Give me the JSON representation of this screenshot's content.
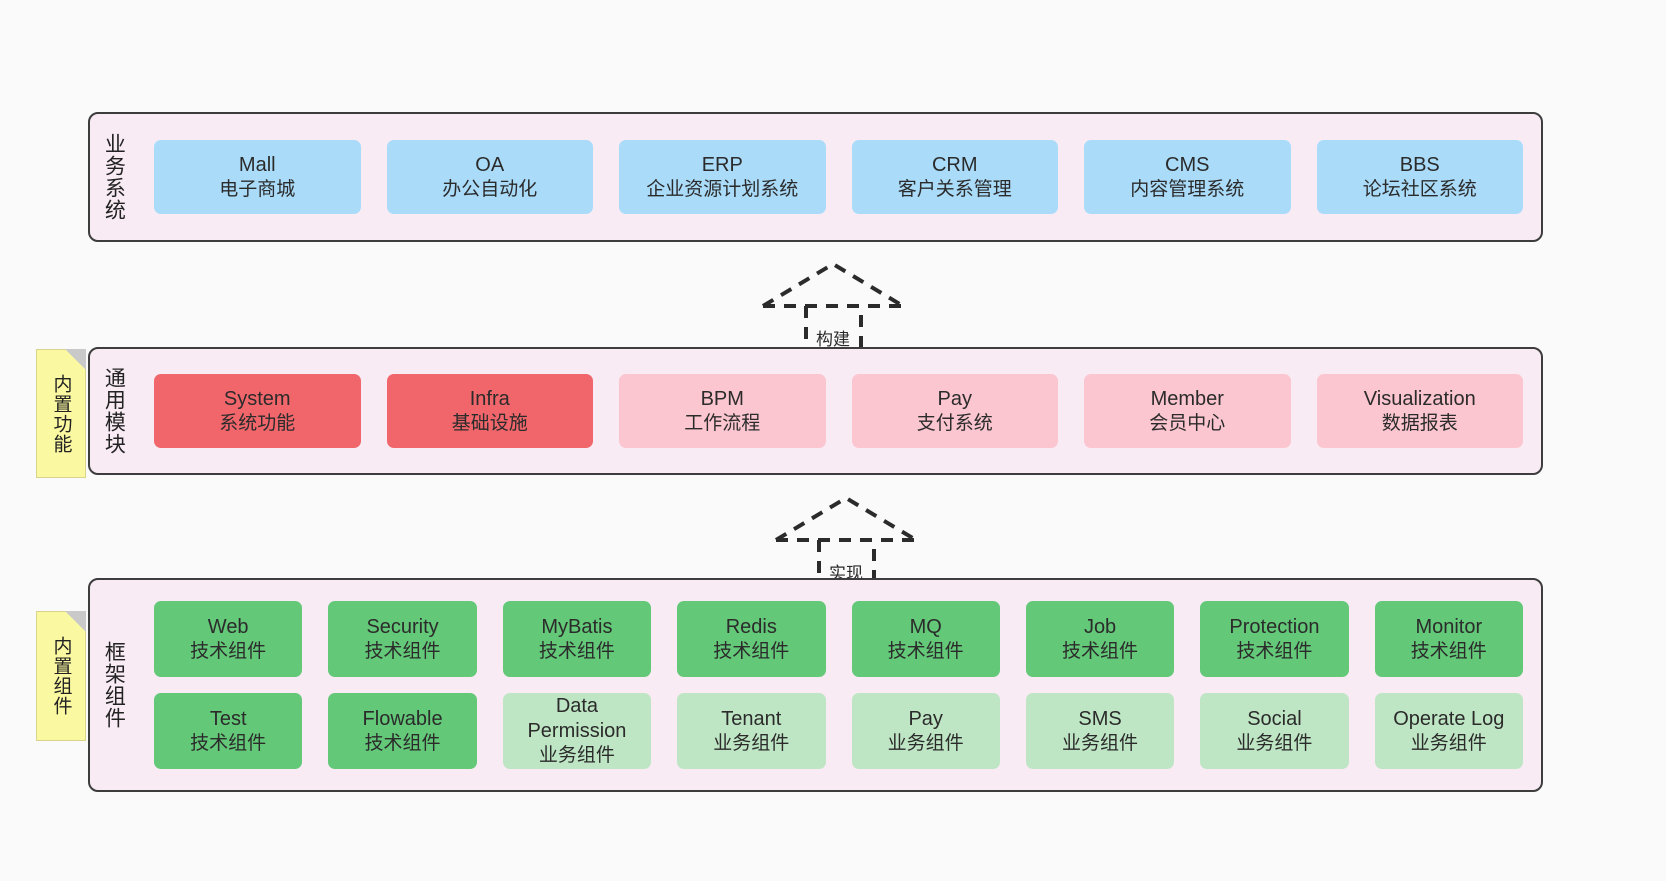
{
  "diagram": {
    "background_color": "#fafafa",
    "band_fill": "#f8ebf4",
    "band_border": "#3d3d3d",
    "note_fill": "#faf8a0"
  },
  "notes": [
    {
      "name": "builtin-features",
      "text": "内置功能"
    },
    {
      "name": "builtin-components",
      "text": "内置组件"
    }
  ],
  "connectors": [
    {
      "name": "build",
      "label": "构建",
      "from": "通用模块",
      "to": "业务系统"
    },
    {
      "name": "implement",
      "label": "实现",
      "from": "框架组件",
      "to": "通用模块"
    }
  ],
  "bands": {
    "business": {
      "label": "业务系统",
      "color": "#aadcfa",
      "cards": [
        {
          "title": "Mall",
          "subtitle": "电子商城",
          "color": "#aadcfa"
        },
        {
          "title": "OA",
          "subtitle": "办公自动化",
          "color": "#aadcfa"
        },
        {
          "title": "ERP",
          "subtitle": "企业资源计划系统",
          "color": "#aadcfa"
        },
        {
          "title": "CRM",
          "subtitle": "客户关系管理",
          "color": "#aadcfa"
        },
        {
          "title": "CMS",
          "subtitle": "内容管理系统",
          "color": "#aadcfa"
        },
        {
          "title": "BBS",
          "subtitle": "论坛社区系统",
          "color": "#aadcfa"
        }
      ]
    },
    "modules": {
      "label": "通用模块",
      "cards": [
        {
          "title": "System",
          "subtitle": "系统功能",
          "color": "#f1666b"
        },
        {
          "title": "Infra",
          "subtitle": "基础设施",
          "color": "#f1666b"
        },
        {
          "title": "BPM",
          "subtitle": "工作流程",
          "color": "#fbc6cf"
        },
        {
          "title": "Pay",
          "subtitle": "支付系统",
          "color": "#fbc6cf"
        },
        {
          "title": "Member",
          "subtitle": "会员中心",
          "color": "#fbc6cf"
        },
        {
          "title": "Visualization",
          "subtitle": "数据报表",
          "color": "#fbc6cf"
        }
      ]
    },
    "framework": {
      "label": "框架组件",
      "row1": [
        {
          "title": "Web",
          "subtitle": "技术组件",
          "color": "#63c878"
        },
        {
          "title": "Security",
          "subtitle": "技术组件",
          "color": "#63c878"
        },
        {
          "title": "MyBatis",
          "subtitle": "技术组件",
          "color": "#63c878"
        },
        {
          "title": "Redis",
          "subtitle": "技术组件",
          "color": "#63c878"
        },
        {
          "title": "MQ",
          "subtitle": "技术组件",
          "color": "#63c878"
        },
        {
          "title": "Job",
          "subtitle": "技术组件",
          "color": "#63c878"
        },
        {
          "title": "Protection",
          "subtitle": "技术组件",
          "color": "#63c878"
        },
        {
          "title": "Monitor",
          "subtitle": "技术组件",
          "color": "#63c878"
        }
      ],
      "row2": [
        {
          "title": "Test",
          "subtitle": "技术组件",
          "color": "#63c878"
        },
        {
          "title": "Flowable",
          "subtitle": "技术组件",
          "color": "#63c878"
        },
        {
          "title": "Data",
          "title2": "Permission",
          "subtitle": "业务组件",
          "color": "#bfe6c4"
        },
        {
          "title": "Tenant",
          "subtitle": "业务组件",
          "color": "#bfe6c4"
        },
        {
          "title": "Pay",
          "subtitle": "业务组件",
          "color": "#bfe6c4"
        },
        {
          "title": "SMS",
          "subtitle": "业务组件",
          "color": "#bfe6c4"
        },
        {
          "title": "Social",
          "subtitle": "业务组件",
          "color": "#bfe6c4"
        },
        {
          "title": "Operate Log",
          "subtitle": "业务组件",
          "color": "#bfe6c4"
        }
      ]
    }
  }
}
